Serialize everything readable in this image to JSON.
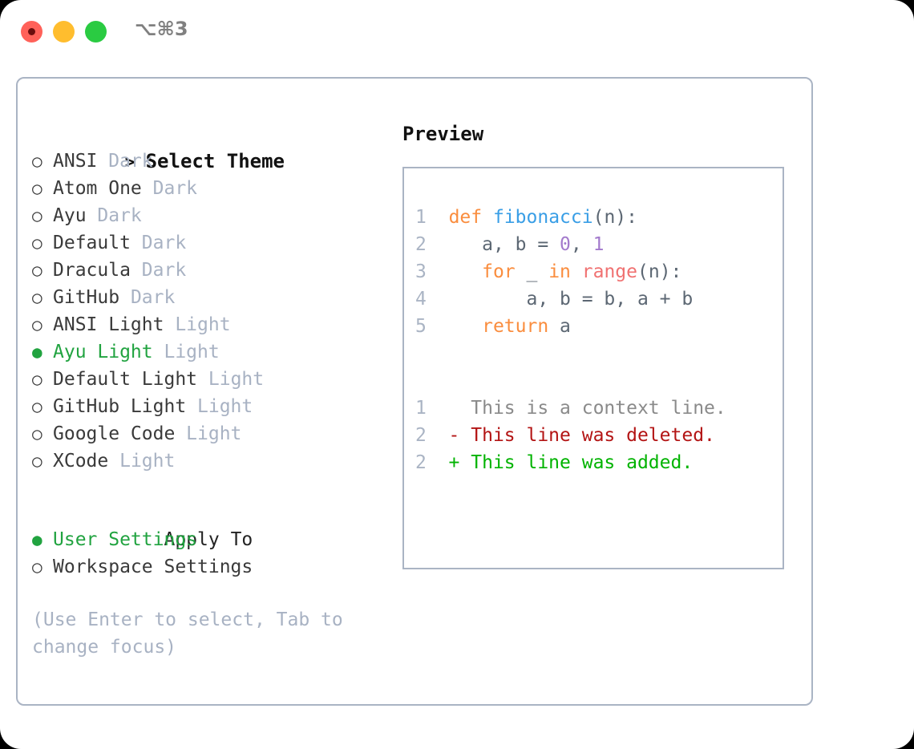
{
  "titlebar": {
    "shortcut": "⌥⌘3",
    "buttons": [
      {
        "name": "close",
        "color": "#ff6159"
      },
      {
        "name": "minimize",
        "color": "#ffbd2e"
      },
      {
        "name": "maximize",
        "color": "#2acb42"
      }
    ]
  },
  "theme_list": {
    "header_marker": ">",
    "header": "Select Theme",
    "items": [
      {
        "marker": "○",
        "label": "ANSI",
        "variant": "Dark",
        "selected": false
      },
      {
        "marker": "○",
        "label": "Atom One",
        "variant": "Dark",
        "selected": false
      },
      {
        "marker": "○",
        "label": "Ayu",
        "variant": "Dark",
        "selected": false
      },
      {
        "marker": "○",
        "label": "Default",
        "variant": "Dark",
        "selected": false
      },
      {
        "marker": "○",
        "label": "Dracula",
        "variant": "Dark",
        "selected": false
      },
      {
        "marker": "○",
        "label": "GitHub",
        "variant": "Dark",
        "selected": false
      },
      {
        "marker": "○",
        "label": "ANSI Light",
        "variant": "Light",
        "selected": false
      },
      {
        "marker": "●",
        "label": "Ayu Light",
        "variant": "Light",
        "selected": true
      },
      {
        "marker": "○",
        "label": "Default Light",
        "variant": "Light",
        "selected": false
      },
      {
        "marker": "○",
        "label": "GitHub Light",
        "variant": "Light",
        "selected": false
      },
      {
        "marker": "○",
        "label": "Google Code",
        "variant": "Light",
        "selected": false
      },
      {
        "marker": "○",
        "label": "XCode",
        "variant": "Light",
        "selected": false
      }
    ]
  },
  "apply_to": {
    "title": "Apply To",
    "items": [
      {
        "marker": "●",
        "label": "User Settings",
        "selected": true
      },
      {
        "marker": "○",
        "label": "Workspace Settings",
        "selected": false
      }
    ]
  },
  "hint": "(Use Enter to select, Tab to\nchange focus)",
  "preview": {
    "title": "Preview",
    "code_lines": [
      {
        "num": "1",
        "indent": " ",
        "tokens": [
          {
            "t": "def",
            "c": "kw"
          },
          {
            "t": " ",
            "c": "txt"
          },
          {
            "t": "fibonacci",
            "c": "fn"
          },
          {
            "t": "(n):",
            "c": "txt"
          }
        ]
      },
      {
        "num": "2",
        "indent": "    ",
        "tokens": [
          {
            "t": "a, b = ",
            "c": "txt"
          },
          {
            "t": "0",
            "c": "num"
          },
          {
            "t": ", ",
            "c": "txt"
          },
          {
            "t": "1",
            "c": "num"
          }
        ]
      },
      {
        "num": "3",
        "indent": "    ",
        "tokens": [
          {
            "t": "for",
            "c": "kw"
          },
          {
            "t": " _ ",
            "c": "txt"
          },
          {
            "t": "in",
            "c": "kw"
          },
          {
            "t": " ",
            "c": "txt"
          },
          {
            "t": "range",
            "c": "bi"
          },
          {
            "t": "(n):",
            "c": "txt"
          }
        ]
      },
      {
        "num": "4",
        "indent": "        ",
        "tokens": [
          {
            "t": "a, b = b, a + b",
            "c": "txt"
          }
        ]
      },
      {
        "num": "5",
        "indent": "    ",
        "tokens": [
          {
            "t": "return",
            "c": "kw"
          },
          {
            "t": " a",
            "c": "txt"
          }
        ]
      }
    ],
    "diff_lines": [
      {
        "num": "1",
        "prefix": "   ",
        "text": "This is a context line.",
        "kind": "diff-ctx"
      },
      {
        "num": "2",
        "prefix": " - ",
        "text": "This line was deleted.",
        "kind": "diff-del"
      },
      {
        "num": "2",
        "prefix": " + ",
        "text": "This line was added.",
        "kind": "diff-add"
      }
    ]
  },
  "colors": {
    "accent_green": "#21a340",
    "muted": "#a8b2c3",
    "border": "#aab4c4",
    "keyword": "#fa8d3e",
    "function": "#399ee6",
    "number": "#a37acc",
    "builtin": "#f07171",
    "plain": "#5c6773",
    "diff_added": "#00b300",
    "diff_deleted": "#b31414"
  }
}
